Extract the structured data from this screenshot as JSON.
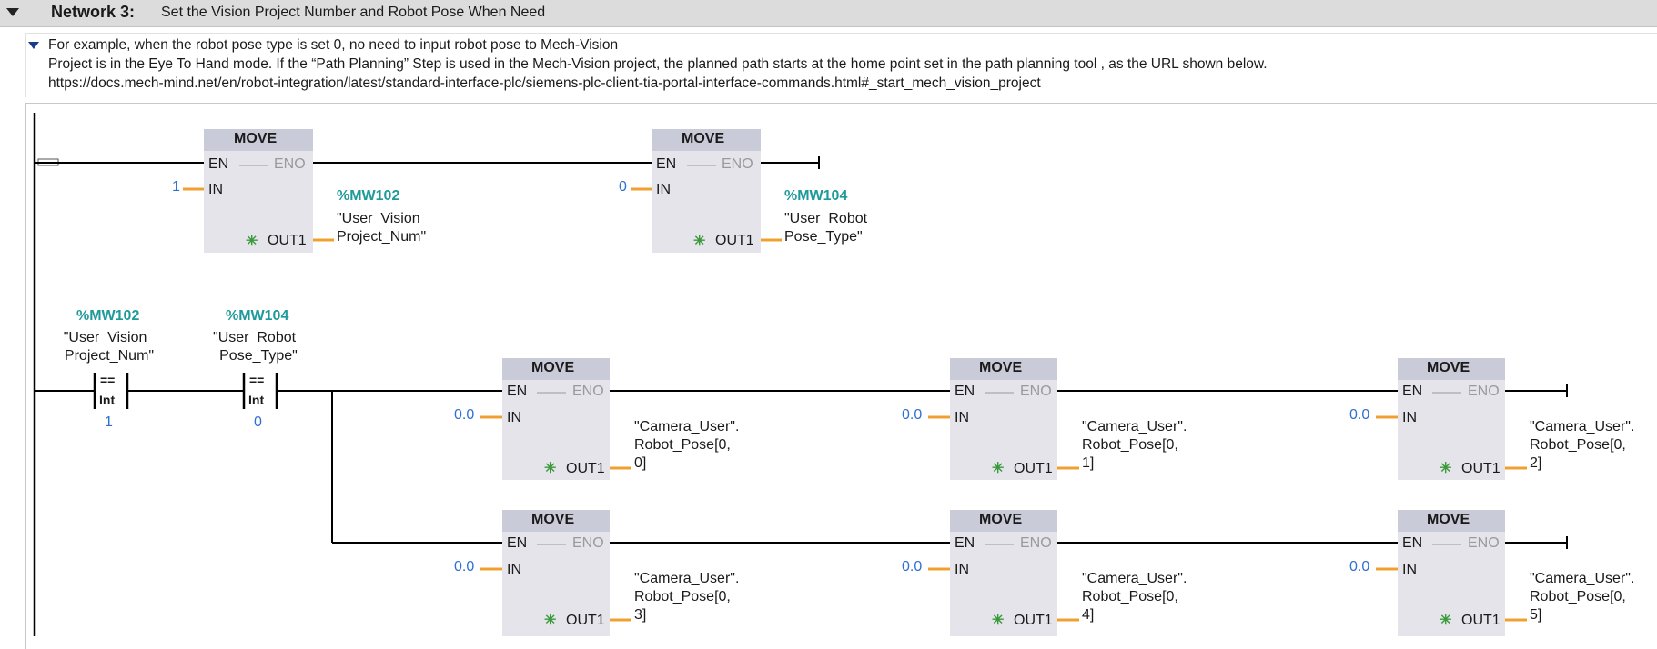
{
  "network": {
    "number_label": "Network 3:",
    "title": "Set the Vision Project Number and Robot Pose When Need"
  },
  "comment": {
    "lines": [
      "For example, when the robot pose type is set 0, no need to input robot pose to Mech-Vision",
      "Project is in the Eye To Hand mode. If the “Path Planning” Step is used in the Mech-Vision project, the planned path starts at the home point set in the path planning tool , as the URL shown below.",
      "https://docs.mech-mind.net/en/robot-integration/latest/standard-interface-plc/siemens-plc-client-tia-portal-interface-commands.html#_start_mech_vision_project"
    ]
  },
  "icons": {
    "network_toggle": "triangle-down-icon",
    "comment_toggle": "triangle-down-icon",
    "out_marker": "asterisk-marker-icon"
  },
  "colors": {
    "rail": "#000000",
    "block_fill": "#e4e4ea",
    "block_header": "#c9cbd8",
    "wire": "#f0a030",
    "address": "#1e9a9a",
    "constant": "#2f6fd0"
  },
  "pins": {
    "en": "EN",
    "eno": "ENO",
    "in": "IN",
    "out": "OUT1",
    "block_name": "MOVE"
  },
  "rung1": {
    "moves": [
      {
        "in_value": "1",
        "out_address": "%MW102",
        "out_var_line1": "\"User_Vision_",
        "out_var_line2": "Project_Num\""
      },
      {
        "in_value": "0",
        "out_address": "%MW104",
        "out_var_line1": "\"User_Robot_",
        "out_var_line2": "Pose_Type\""
      }
    ]
  },
  "rung2": {
    "contacts": [
      {
        "address": "%MW102",
        "var_line1": "\"User_Vision_",
        "var_line2": "Project_Num\"",
        "op": "==",
        "type": "Int",
        "compare": "1"
      },
      {
        "address": "%MW104",
        "var_line1": "\"User_Robot_",
        "var_line2": "Pose_Type\"",
        "op": "==",
        "type": "Int",
        "compare": "0"
      }
    ],
    "moves": [
      {
        "in_value": "0.0",
        "out_line1": "\"Camera_User\".",
        "out_line2": "Robot_Pose[0,",
        "out_line3": "0]"
      },
      {
        "in_value": "0.0",
        "out_line1": "\"Camera_User\".",
        "out_line2": "Robot_Pose[0,",
        "out_line3": "1]"
      },
      {
        "in_value": "0.0",
        "out_line1": "\"Camera_User\".",
        "out_line2": "Robot_Pose[0,",
        "out_line3": "2]"
      },
      {
        "in_value": "0.0",
        "out_line1": "\"Camera_User\".",
        "out_line2": "Robot_Pose[0,",
        "out_line3": "3]"
      },
      {
        "in_value": "0.0",
        "out_line1": "\"Camera_User\".",
        "out_line2": "Robot_Pose[0,",
        "out_line3": "4]"
      },
      {
        "in_value": "0.0",
        "out_line1": "\"Camera_User\".",
        "out_line2": "Robot_Pose[0,",
        "out_line3": "5]"
      }
    ]
  }
}
